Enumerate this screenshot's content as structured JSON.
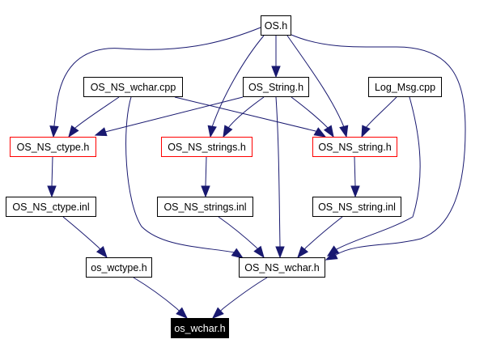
{
  "graph": {
    "title": "os_wchar.h include dependency graph",
    "edge_color": "#191970",
    "nodes": [
      {
        "id": "os_h",
        "label": "OS.h",
        "style": "normal"
      },
      {
        "id": "os_ns_wchar_cpp",
        "label": "OS_NS_wchar.cpp",
        "style": "normal"
      },
      {
        "id": "os_string_h",
        "label": "OS_String.h",
        "style": "normal"
      },
      {
        "id": "log_msg_cpp",
        "label": "Log_Msg.cpp",
        "style": "normal"
      },
      {
        "id": "os_ns_ctype_h",
        "label": "OS_NS_ctype.h",
        "style": "red"
      },
      {
        "id": "os_ns_strings_h",
        "label": "OS_NS_strings.h",
        "style": "red"
      },
      {
        "id": "os_ns_string_h",
        "label": "OS_NS_string.h",
        "style": "red"
      },
      {
        "id": "os_ns_ctype_inl",
        "label": "OS_NS_ctype.inl",
        "style": "normal"
      },
      {
        "id": "os_ns_strings_inl",
        "label": "OS_NS_strings.inl",
        "style": "normal"
      },
      {
        "id": "os_ns_string_inl",
        "label": "OS_NS_string.inl",
        "style": "normal"
      },
      {
        "id": "os_wctype_h",
        "label": "os_wctype.h",
        "style": "normal"
      },
      {
        "id": "os_ns_wchar_h",
        "label": "OS_NS_wchar.h",
        "style": "normal"
      },
      {
        "id": "os_wchar_h",
        "label": "os_wchar.h",
        "style": "focus"
      }
    ],
    "edges": [
      [
        "os_h",
        "os_string_h"
      ],
      [
        "os_h",
        "os_ns_ctype_h"
      ],
      [
        "os_h",
        "os_ns_strings_h"
      ],
      [
        "os_h",
        "os_ns_string_h"
      ],
      [
        "os_h",
        "os_ns_wchar_h"
      ],
      [
        "os_ns_wchar_cpp",
        "os_ns_ctype_h"
      ],
      [
        "os_ns_wchar_cpp",
        "os_ns_string_h"
      ],
      [
        "os_ns_wchar_cpp",
        "os_ns_wchar_h"
      ],
      [
        "os_string_h",
        "os_ns_ctype_h"
      ],
      [
        "os_string_h",
        "os_ns_strings_h"
      ],
      [
        "os_string_h",
        "os_ns_string_h"
      ],
      [
        "os_string_h",
        "os_ns_wchar_h"
      ],
      [
        "log_msg_cpp",
        "os_ns_string_h"
      ],
      [
        "log_msg_cpp",
        "os_ns_wchar_h"
      ],
      [
        "os_ns_ctype_h",
        "os_ns_ctype_inl"
      ],
      [
        "os_ns_strings_h",
        "os_ns_strings_inl"
      ],
      [
        "os_ns_string_h",
        "os_ns_string_inl"
      ],
      [
        "os_ns_ctype_inl",
        "os_wctype_h"
      ],
      [
        "os_ns_strings_inl",
        "os_ns_wchar_h"
      ],
      [
        "os_ns_string_inl",
        "os_ns_wchar_h"
      ],
      [
        "os_wctype_h",
        "os_wchar_h"
      ],
      [
        "os_ns_wchar_h",
        "os_wchar_h"
      ]
    ]
  }
}
